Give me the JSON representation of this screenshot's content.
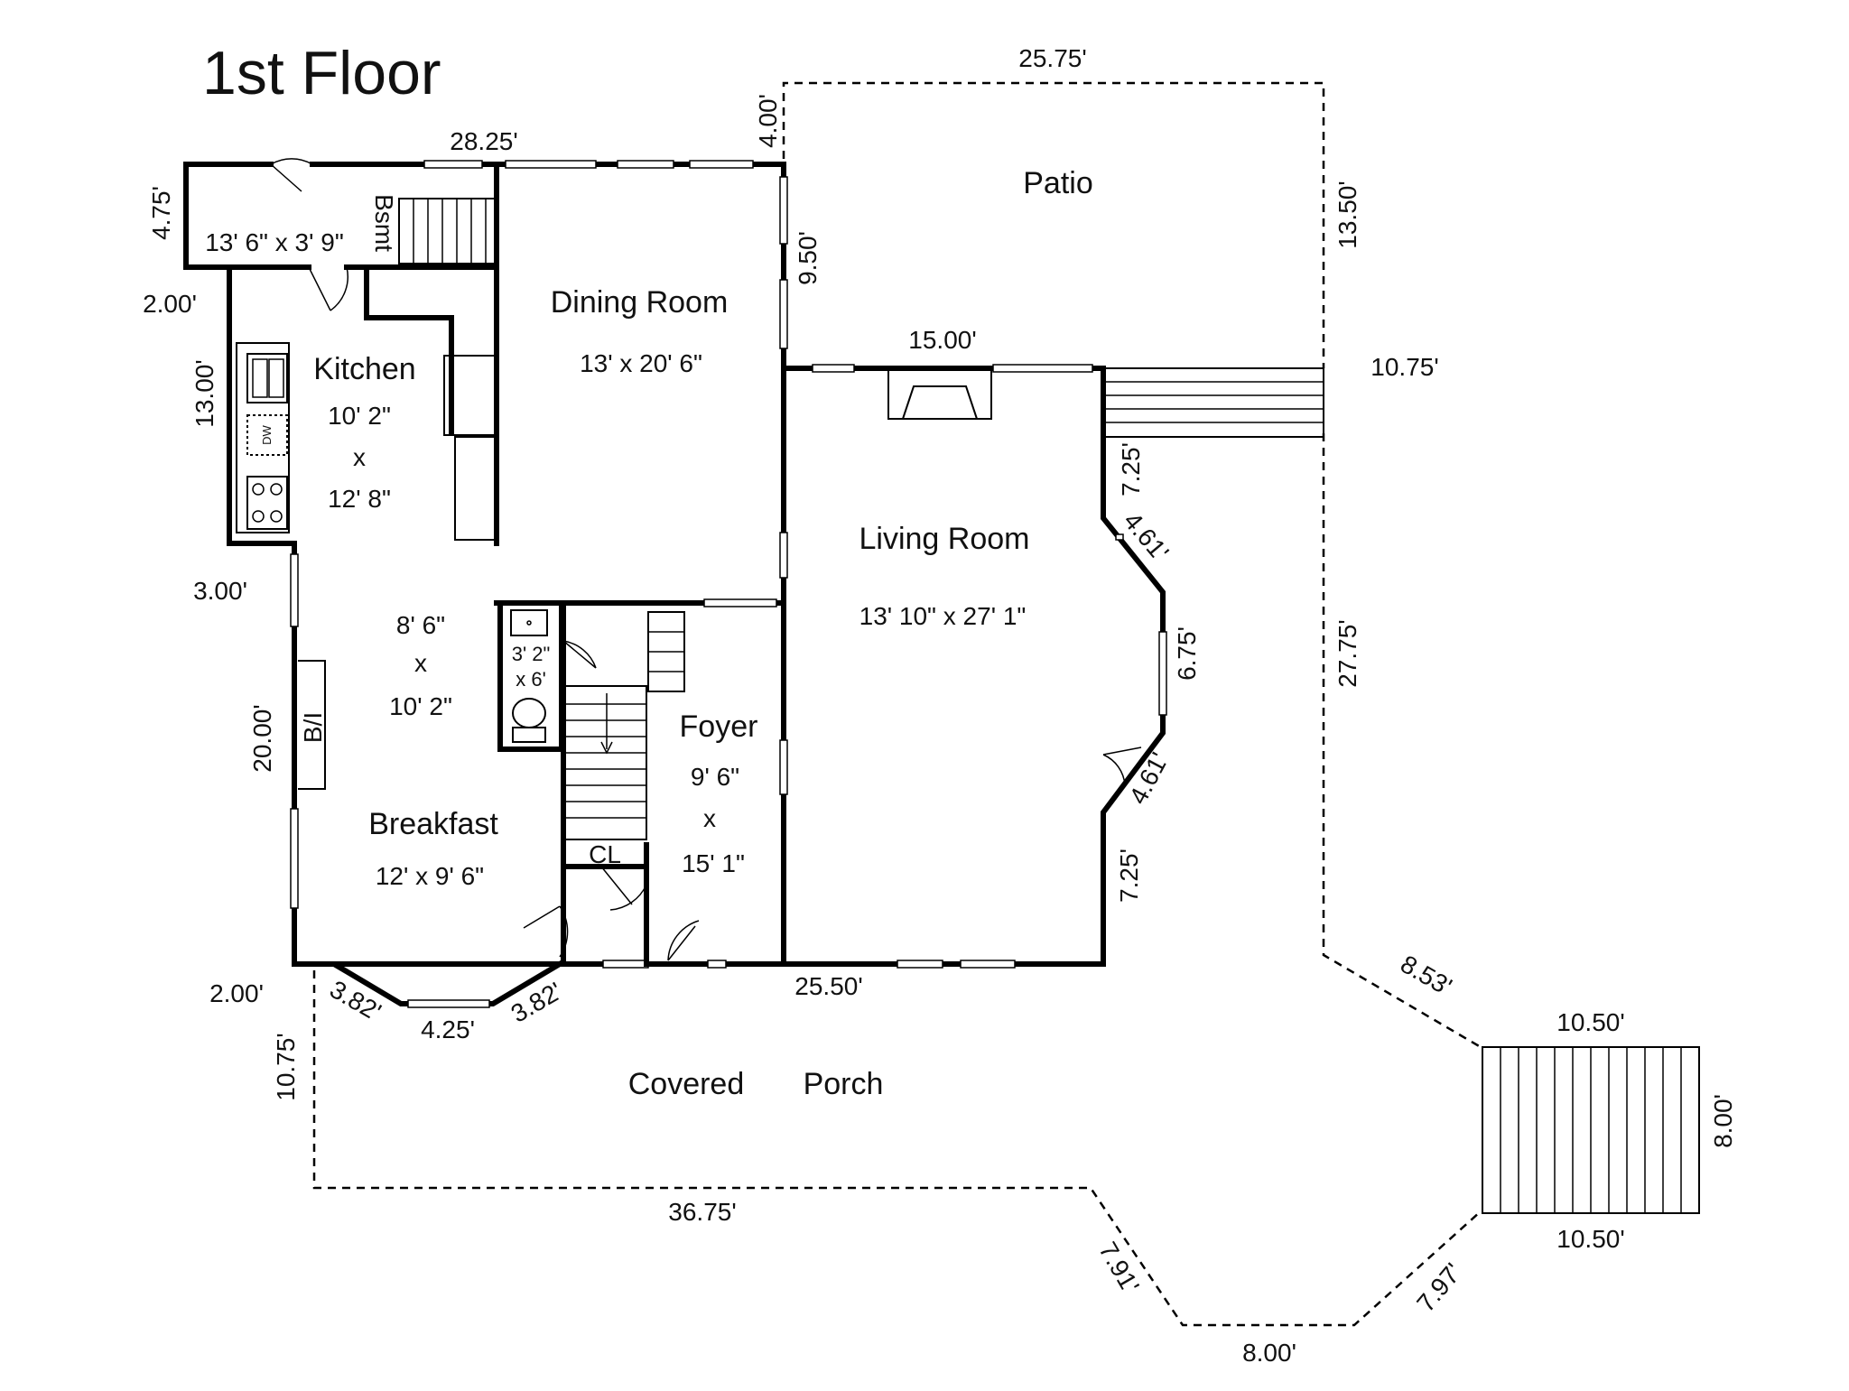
{
  "title": "1st Floor",
  "rooms": {
    "dining_name": "Dining Room",
    "dining_size": "13' x 20' 6\"",
    "patio": "Patio",
    "kitchen_name": "Kitchen",
    "kitchen_w": "10' 2\"",
    "kitchen_x": "x",
    "kitchen_h": "12' 8\"",
    "hall_size": "13' 6\" x 3' 9\"",
    "bsmt": "Bsmt",
    "living_name": "Living Room",
    "living_size": "13' 10\" x 27' 1\"",
    "nook_w": "8' 6\"",
    "nook_x": "x",
    "nook_h": "10' 2\"",
    "bath_w": "3' 2\"",
    "bath_h": "x 6'",
    "foyer_name": "Foyer",
    "foyer_w": "9' 6\"",
    "foyer_x": "x",
    "foyer_h": "15' 1\"",
    "breakfast_name": "Breakfast",
    "breakfast_size": "12' x 9' 6\"",
    "bi": "B/I",
    "closet": "CL",
    "dw": "DW",
    "porch_a": "Covered",
    "porch_b": "Porch"
  },
  "dims": {
    "d_25_75": "25.75'",
    "d_28_25": "28.25'",
    "d_4_00": "4.00'",
    "d_4_75": "4.75'",
    "d_9_50": "9.50'",
    "d_13_50": "13.50'",
    "d_2_00_top": "2.00'",
    "d_15_00": "15.00'",
    "d_10_75_right": "10.75'",
    "d_13_00": "13.00'",
    "d_7_25_top": "7.25'",
    "d_4_61_top": "4.61'",
    "d_3_00": "3.00'",
    "d_27_75": "27.75'",
    "d_6_75": "6.75'",
    "d_20_00": "20.00'",
    "d_4_61_bot": "4.61'",
    "d_7_25_bot": "7.25'",
    "d_8_53": "8.53'",
    "d_2_00_bot": "2.00'",
    "d_3_82_left": "3.82'",
    "d_4_25": "4.25'",
    "d_3_82_right": "3.82'",
    "d_25_50": "25.50'",
    "d_10_50_top": "10.50'",
    "d_10_75_left": "10.75'",
    "d_8_00_right": "8.00'",
    "d_36_75": "36.75'",
    "d_7_91": "7.91'",
    "d_7_97": "7.97'",
    "d_10_50_bot": "10.50'",
    "d_8_00_bot": "8.00'"
  }
}
